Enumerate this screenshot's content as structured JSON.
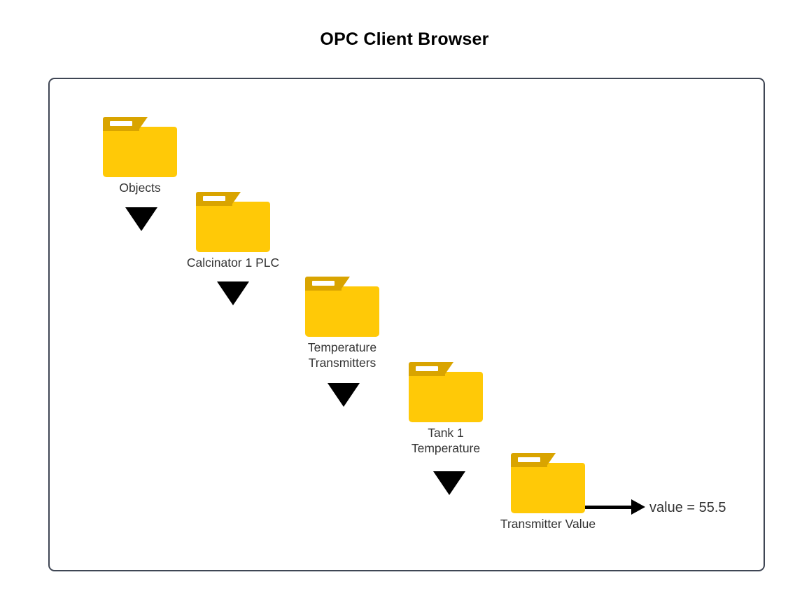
{
  "title": "OPC Client Browser",
  "diagram": {
    "type": "flowchart",
    "orientation": "diagonal-cascade",
    "border_color": "#3f4654",
    "folder_color": "#ffc907",
    "folder_tab_color": "#d9a400",
    "connector_color": "#000000",
    "text_color": "#333333",
    "nodes": [
      {
        "id": "objects",
        "label": "Objects",
        "icon": "folder-icon"
      },
      {
        "id": "calcinator-1-plc",
        "label": "Calcinator 1 PLC",
        "icon": "folder-icon"
      },
      {
        "id": "temperature-transmitters",
        "label": "Temperature\nTransmitters",
        "icon": "folder-icon"
      },
      {
        "id": "tank-1-temperature",
        "label": "Tank 1\nTemperature",
        "icon": "folder-icon"
      },
      {
        "id": "transmitter-value",
        "label": "Transmitter Value",
        "icon": "folder-icon"
      }
    ],
    "connectors": [
      {
        "id": "objects-to-calcinator",
        "shape": "down-triangle"
      },
      {
        "id": "calcinator-to-transmitters",
        "shape": "down-triangle"
      },
      {
        "id": "transmitters-to-tank",
        "shape": "down-triangle"
      },
      {
        "id": "tank-to-value",
        "shape": "down-triangle"
      }
    ],
    "value_readout": {
      "text": "value = 55.5",
      "variable": "value",
      "value": 55.5,
      "arrow": "right-arrow"
    }
  }
}
